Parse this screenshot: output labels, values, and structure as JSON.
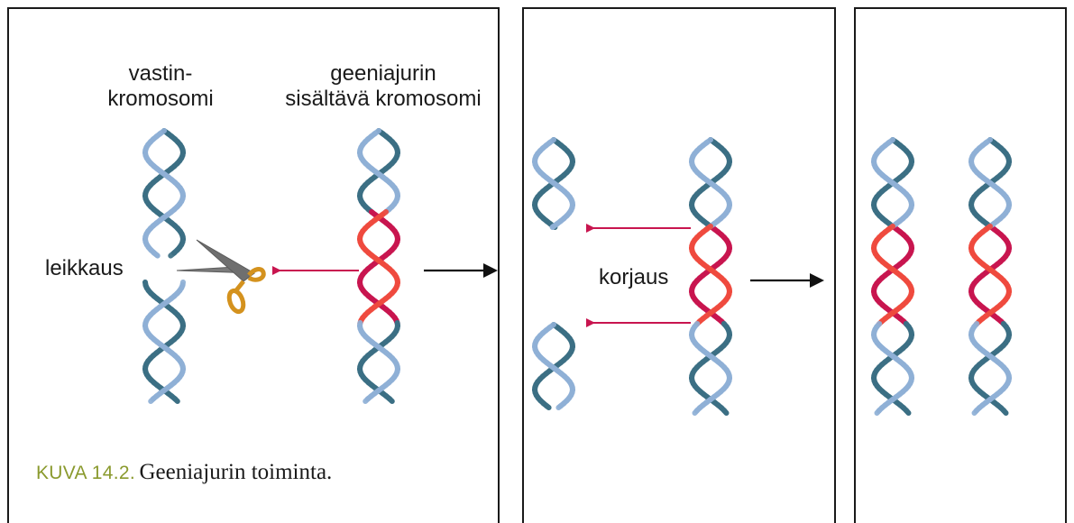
{
  "labels": {
    "homolog_line1": "vastin-",
    "homolog_line2": "kromosomi",
    "drive_line1": "geeniajurin",
    "drive_line2": "sisältävä kromosomi",
    "cut": "leikkaus",
    "repair": "korjaus"
  },
  "caption": {
    "prefix": "KUVA 14.2.",
    "text": "Geeniajurin toiminta."
  },
  "colors": {
    "strand_dark": "#3b6f84",
    "strand_light": "#8fb0d6",
    "drive_crimson": "#c8154f",
    "drive_orange": "#ef4a3e",
    "arrow_pink": "#c8154f",
    "arrow_black": "#111111",
    "scissors_handle": "#d4921e",
    "scissors_blade": "#7b7b7b",
    "caption_accent": "#8a9a2e"
  },
  "icons": [
    "scissors-icon",
    "dna-helix-icon"
  ]
}
